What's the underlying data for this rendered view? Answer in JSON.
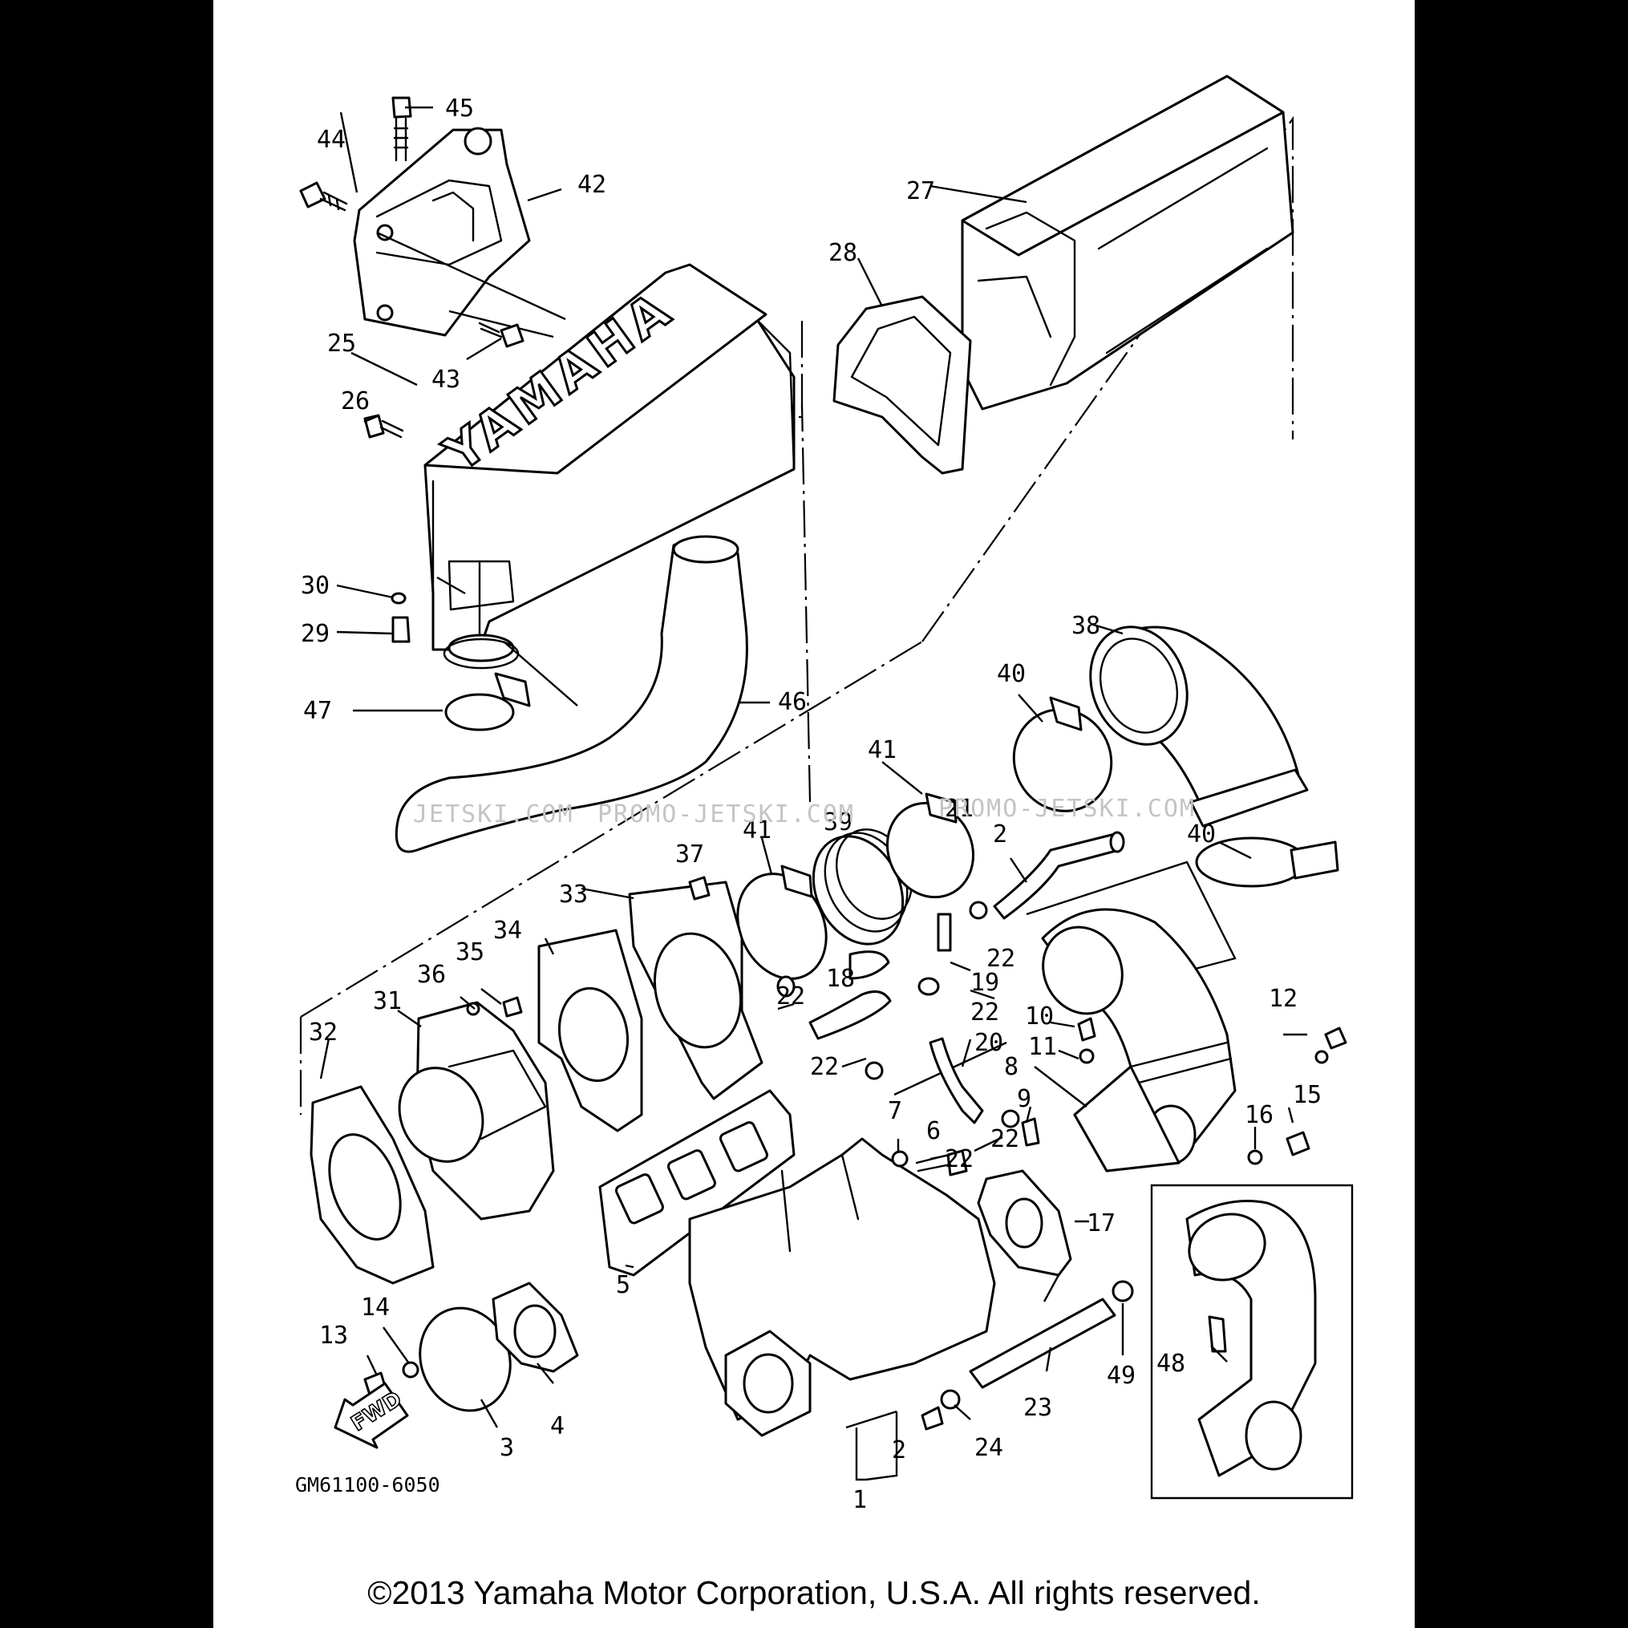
{
  "diagram": {
    "drawing_code": "GM61100-6050",
    "brand_logo": "YAMAHA",
    "fwd_label": "FWD",
    "watermarks": [
      "JETSKI.COM",
      "PROMO-JETSKI.COM",
      "PROMO-JETSKI.COM"
    ],
    "callouts": [
      "1",
      "2",
      "2",
      "3",
      "4",
      "5",
      "6",
      "7",
      "8",
      "9",
      "10",
      "11",
      "12",
      "13",
      "14",
      "15",
      "16",
      "17",
      "18",
      "19",
      "20",
      "21",
      "22",
      "22",
      "22",
      "22",
      "22",
      "22",
      "23",
      "24",
      "25",
      "26",
      "27",
      "28",
      "29",
      "30",
      "31",
      "32",
      "33",
      "34",
      "35",
      "36",
      "37",
      "38",
      "39",
      "40",
      "40",
      "41",
      "41",
      "42",
      "43",
      "44",
      "45",
      "46",
      "47",
      "48",
      "49"
    ]
  },
  "footer": {
    "copyright": "©2013 Yamaha Motor Corporation, U.S.A. All rights reserved."
  }
}
